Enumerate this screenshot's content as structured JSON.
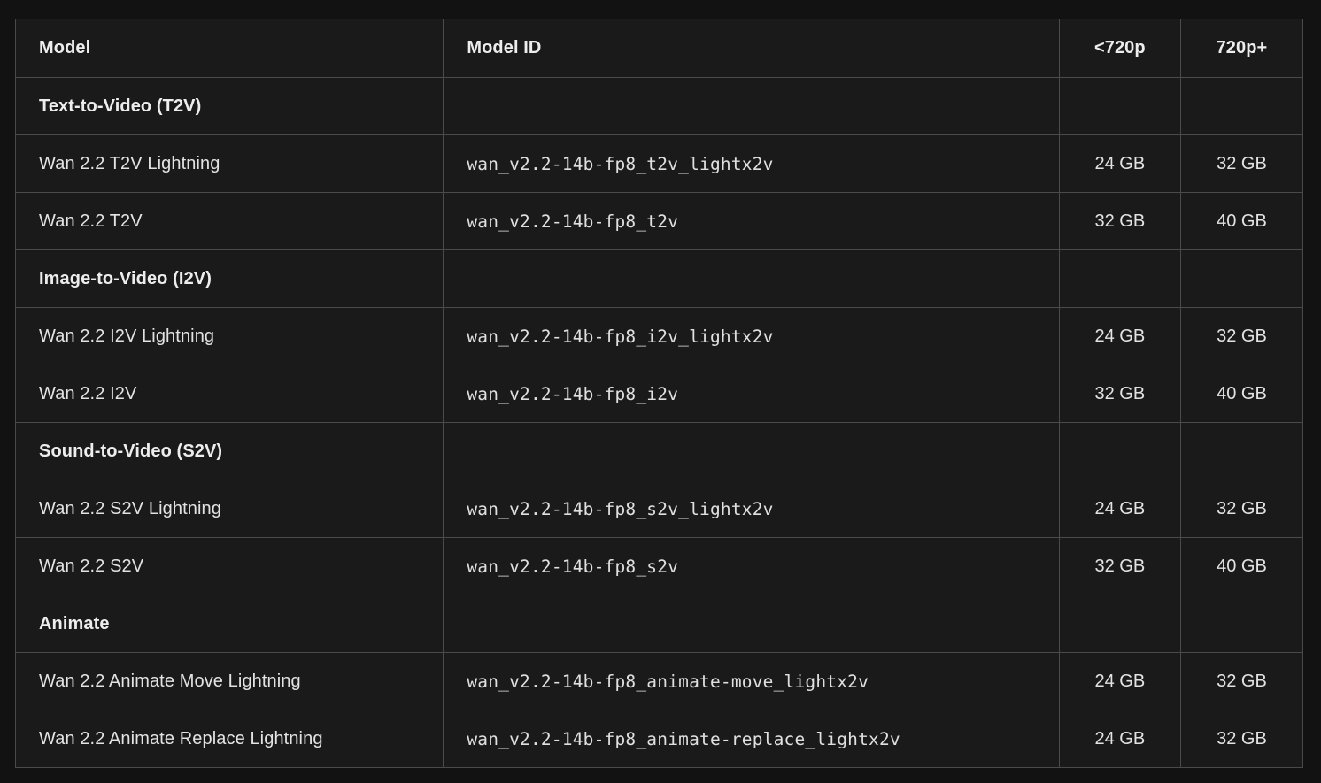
{
  "table": {
    "columns": [
      {
        "key": "model",
        "label": "Model",
        "align": "left"
      },
      {
        "key": "model_id",
        "label": "Model ID",
        "align": "left"
      },
      {
        "key": "low",
        "label": "<720p",
        "align": "center"
      },
      {
        "key": "high",
        "label": "720p+",
        "align": "center"
      }
    ],
    "rows": [
      {
        "type": "section",
        "model": "Text-to-Video (T2V)",
        "model_id": "",
        "low": "",
        "high": ""
      },
      {
        "type": "data",
        "model": "Wan 2.2 T2V Lightning",
        "model_id": "wan_v2.2-14b-fp8_t2v_lightx2v",
        "low": "24 GB",
        "high": "32 GB"
      },
      {
        "type": "data",
        "model": "Wan 2.2 T2V",
        "model_id": "wan_v2.2-14b-fp8_t2v",
        "low": "32 GB",
        "high": "40 GB"
      },
      {
        "type": "section",
        "model": "Image-to-Video (I2V)",
        "model_id": "",
        "low": "",
        "high": ""
      },
      {
        "type": "data",
        "model": "Wan 2.2 I2V Lightning",
        "model_id": "wan_v2.2-14b-fp8_i2v_lightx2v",
        "low": "24 GB",
        "high": "32 GB"
      },
      {
        "type": "data",
        "model": "Wan 2.2 I2V",
        "model_id": "wan_v2.2-14b-fp8_i2v",
        "low": "32 GB",
        "high": "40 GB"
      },
      {
        "type": "section",
        "model": "Sound-to-Video (S2V)",
        "model_id": "",
        "low": "",
        "high": ""
      },
      {
        "type": "data",
        "model": "Wan 2.2 S2V Lightning",
        "model_id": "wan_v2.2-14b-fp8_s2v_lightx2v",
        "low": "24 GB",
        "high": "32 GB"
      },
      {
        "type": "data",
        "model": "Wan 2.2 S2V",
        "model_id": "wan_v2.2-14b-fp8_s2v",
        "low": "32 GB",
        "high": "40 GB"
      },
      {
        "type": "section",
        "model": "Animate",
        "model_id": "",
        "low": "",
        "high": ""
      },
      {
        "type": "data",
        "model": "Wan 2.2 Animate Move Lightning",
        "model_id": "wan_v2.2-14b-fp8_animate-move_lightx2v",
        "low": "24 GB",
        "high": "32 GB"
      },
      {
        "type": "data",
        "model": "Wan 2.2 Animate Replace Lightning",
        "model_id": "wan_v2.2-14b-fp8_animate-replace_lightx2v",
        "low": "24 GB",
        "high": "32 GB"
      }
    ]
  },
  "colors": {
    "page_background": "#121212",
    "cell_background": "#1a1a1a",
    "border": "#4a4a4a",
    "heading_text": "#ededed",
    "body_text": "#e3e3e3",
    "mono_text": "#e0e0e0"
  }
}
